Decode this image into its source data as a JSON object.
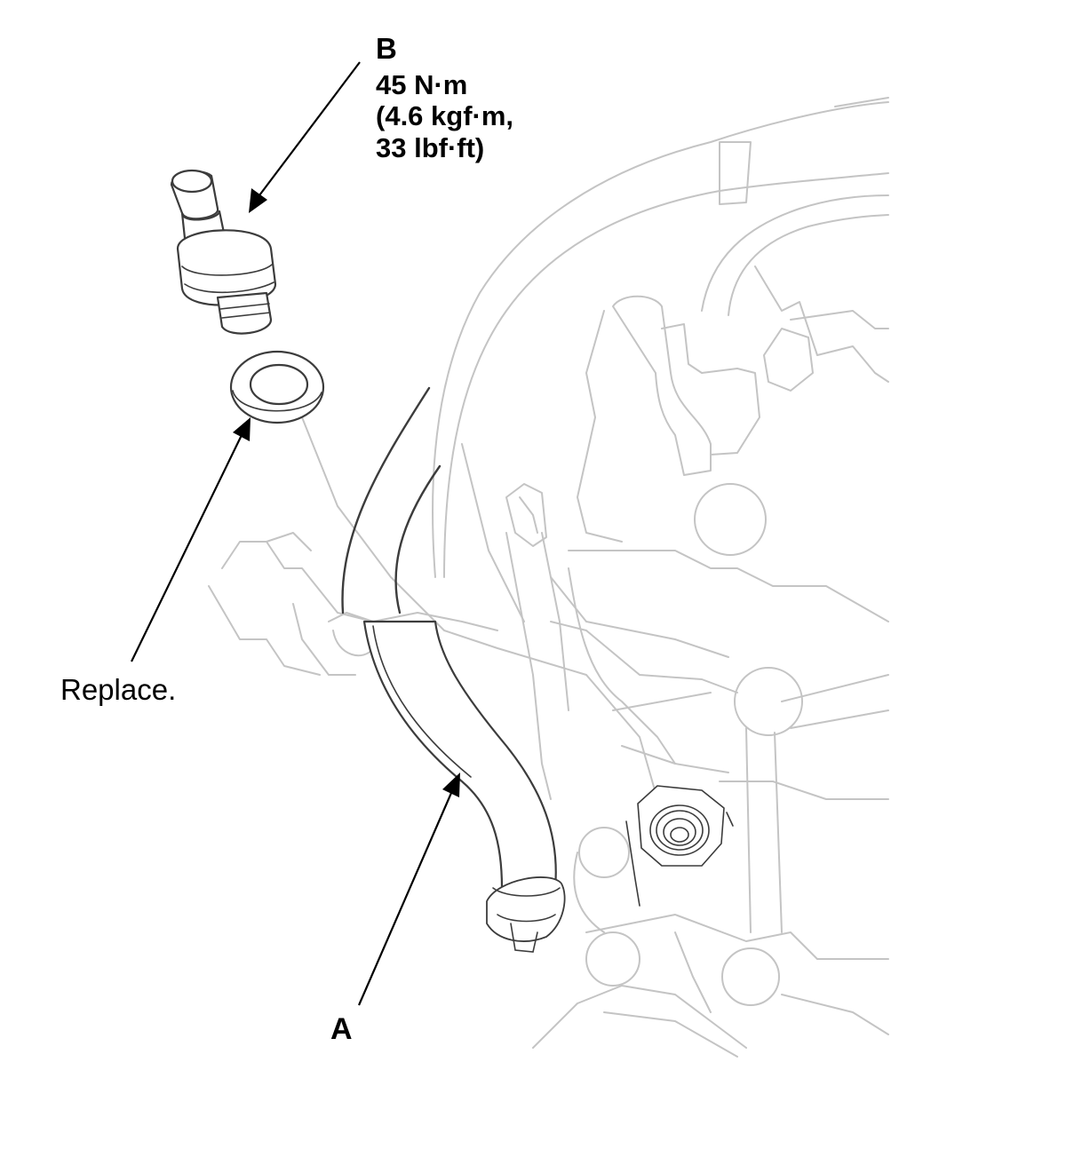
{
  "labels": {
    "b": "B",
    "torque": "45 N·m\n(4.6 kgf·m,\n33 lbf·ft)",
    "replace": "Replace.",
    "a": "A"
  },
  "colors": {
    "background": "#ffffff",
    "background_lines": "#c4c4c4",
    "part_lines": "#3c3c3c",
    "text": "#000000"
  }
}
